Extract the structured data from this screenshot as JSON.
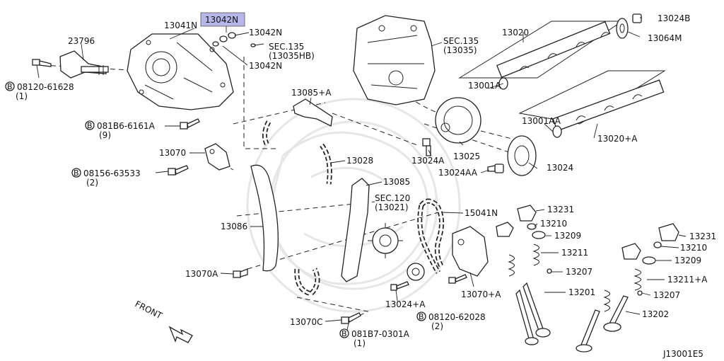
{
  "diagram_code": "J13001E5",
  "front_label": "FRONT",
  "colors": {
    "highlight": "#b7b7e8",
    "line": "#222222"
  },
  "parts": {
    "p13042n_hl": "13042N",
    "p13041n": "13041N",
    "p13042n_a": "13042N",
    "p13042n_b": "13042N",
    "p23796": "23796",
    "sec135a": "SEC.135",
    "sec135a_sub": "(13035HB)",
    "b08120_61628": "08120-61628",
    "b08120_61628_q": "(1)",
    "p13085a": "13085+A",
    "b081b6": "081B6-6161A",
    "b081b6_q": "(9)",
    "p13070": "13070",
    "b08156": "08156-63533",
    "b08156_q": "(2)",
    "p13028": "13028",
    "p13085": "13085",
    "p13086": "13086",
    "sec120": "SEC.120",
    "sec120_sub": "(13021)",
    "p15041n": "15041N",
    "p13070a": "13070A",
    "p13024a_low": "13024+A",
    "p13070plusa": "13070+A",
    "b08120_62028": "08120-62028",
    "b08120_62028_q": "(2)",
    "p13070c": "13070C",
    "b081b7": "081B7-0301A",
    "b081b7_q": "(1)",
    "sec135b": "SEC.135",
    "sec135b_sub": "(13035)",
    "p13020": "13020",
    "p13024b": "13024B",
    "p13064m": "13064M",
    "p13001a": "13001A",
    "p13001aa": "13001AA",
    "p13020a": "13020+A",
    "p13024a_mid": "13024A",
    "p13025": "13025",
    "p13024aa": "13024AA",
    "p13024": "13024",
    "p13231a": "13231",
    "p13210a": "13210",
    "p13209a": "13209",
    "p13211": "13211",
    "p13207a": "13207",
    "p13201": "13201",
    "p13231b": "13231",
    "p13210b": "13210",
    "p13209b": "13209",
    "p13211a": "13211+A",
    "p13207b": "13207",
    "p13202": "13202",
    "bolt_b": "B"
  }
}
